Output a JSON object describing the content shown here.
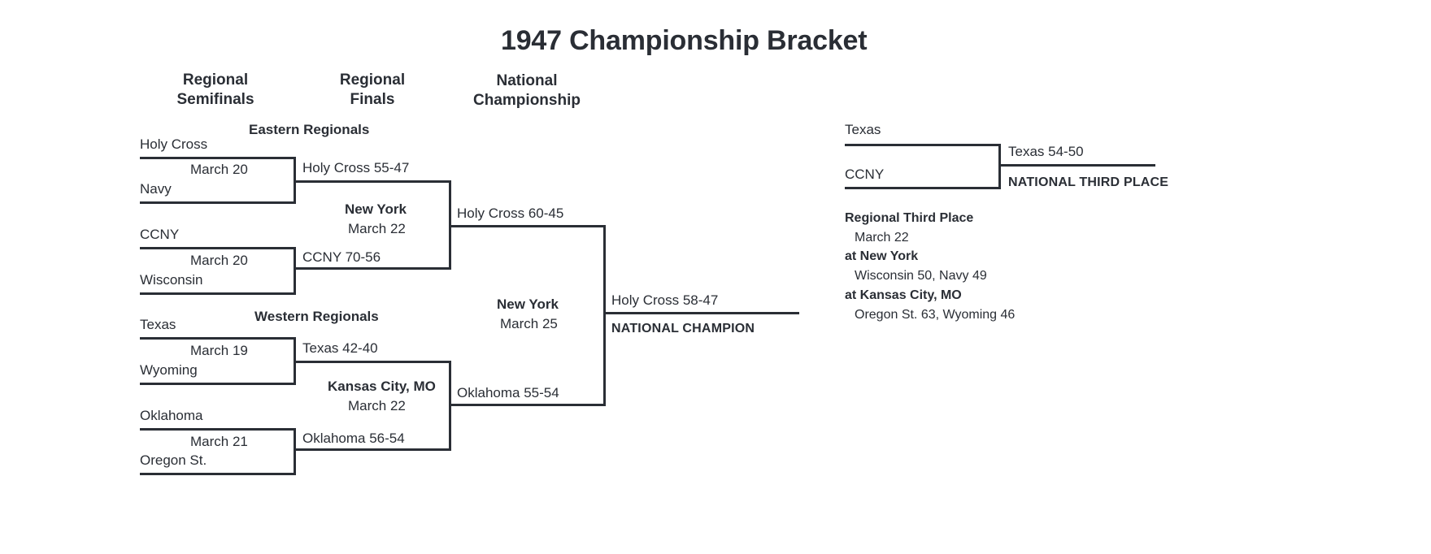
{
  "page": {
    "title": "1947 Championship Bracket",
    "background_color": "#ffffff",
    "line_color": "#2a2e35",
    "text_color": "#2a2e35"
  },
  "columns": [
    {
      "label": "Regional\nSemifinals"
    },
    {
      "label": "Regional\nFinals"
    },
    {
      "label": "National\nChampionship"
    }
  ],
  "regions": [
    {
      "label": "Eastern Regionals"
    },
    {
      "label": "Western Regionals"
    }
  ],
  "bracket_data": {
    "type": "tournament-bracket",
    "year": "1947",
    "rounds": [
      {
        "name": "Regional Semifinals",
        "games": [
          {
            "team_top": "Holy Cross",
            "team_bottom": "Navy",
            "date": "March 20",
            "result": "Holy Cross 55-47"
          },
          {
            "team_top": "CCNY",
            "team_bottom": "Wisconsin",
            "date": "March 20",
            "result": "CCNY 70-56"
          },
          {
            "team_top": "Texas",
            "team_bottom": "Wyoming",
            "date": "March 19",
            "result": "Texas 42-40"
          },
          {
            "team_top": "Oklahoma",
            "team_bottom": "Oregon St.",
            "date": "March 21",
            "result": "Oklahoma 56-54"
          }
        ]
      },
      {
        "name": "Regional Finals",
        "games": [
          {
            "site": "New York",
            "date": "March 22",
            "result": "Holy Cross 60-45"
          },
          {
            "site": "Kansas City, MO",
            "date": "March 22",
            "result": "Oklahoma 55-54"
          }
        ]
      },
      {
        "name": "National Championship",
        "games": [
          {
            "site": "New York",
            "date": "March 25",
            "result": "Holy Cross 58-47",
            "award": "NATIONAL CHAMPION"
          }
        ]
      }
    ],
    "third_place_game": {
      "team_top": "Texas",
      "team_bottom": "CCNY",
      "result": "Texas 54-50",
      "award": "NATIONAL THIRD PLACE"
    },
    "regional_third_place": {
      "heading": "Regional Third Place",
      "date": "March 22",
      "sites": [
        {
          "site": "at New York",
          "result": "Wisconsin 50, Navy 49"
        },
        {
          "site": "at Kansas City, MO",
          "result": "Oregon St. 63, Wyoming 46"
        }
      ]
    }
  }
}
